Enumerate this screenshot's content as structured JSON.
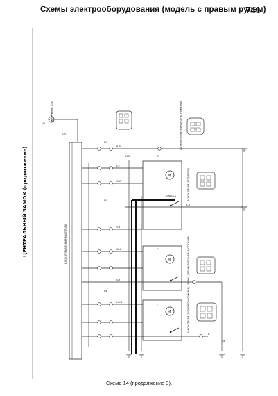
{
  "header": {
    "title": "Схемы электрооборудования (модель с правым рулем)",
    "page_number": "741"
  },
  "diagram": {
    "section_title": "ЦЕНТРАЛЬНЫЙ ЗАМОК (продолжение)",
    "multiplex_unit_label": "БЛОК УПРАВЛЕНИЯ MULTIPLEX",
    "fuse_label": "DOOR LOCK 15A",
    "keyless_unit_label": "ДАТЧИК НЕПРЕРЫВНОГО НАПРЯЖЕНИЯ",
    "actuator_1_label": "ЗАМОК ДВЕРИ (ВОДИТЕЛЯ)",
    "actuator_2_label": "ЗАМОК ДВЕРИ (ПЕРЕДНЕЙ ПАССАЖИРА)",
    "actuator_3_label": "ЗАМОК ДВЕРИ (ЗАДНЕЙ ПАССАЖИРА)",
    "switch_label": "UNLOCK",
    "connector_refs": [
      "C8",
      "C9",
      "D3",
      "D12",
      "E2",
      "E5",
      "F1",
      "F4",
      "F7",
      "G6"
    ],
    "wire_color_codes": [
      "R-B",
      "L-Y",
      "G-W",
      "B-R",
      "Y-B",
      "W-L",
      "GR",
      "LG-B",
      "B"
    ]
  },
  "caption": "Схема 14 (продолжение 3)."
}
